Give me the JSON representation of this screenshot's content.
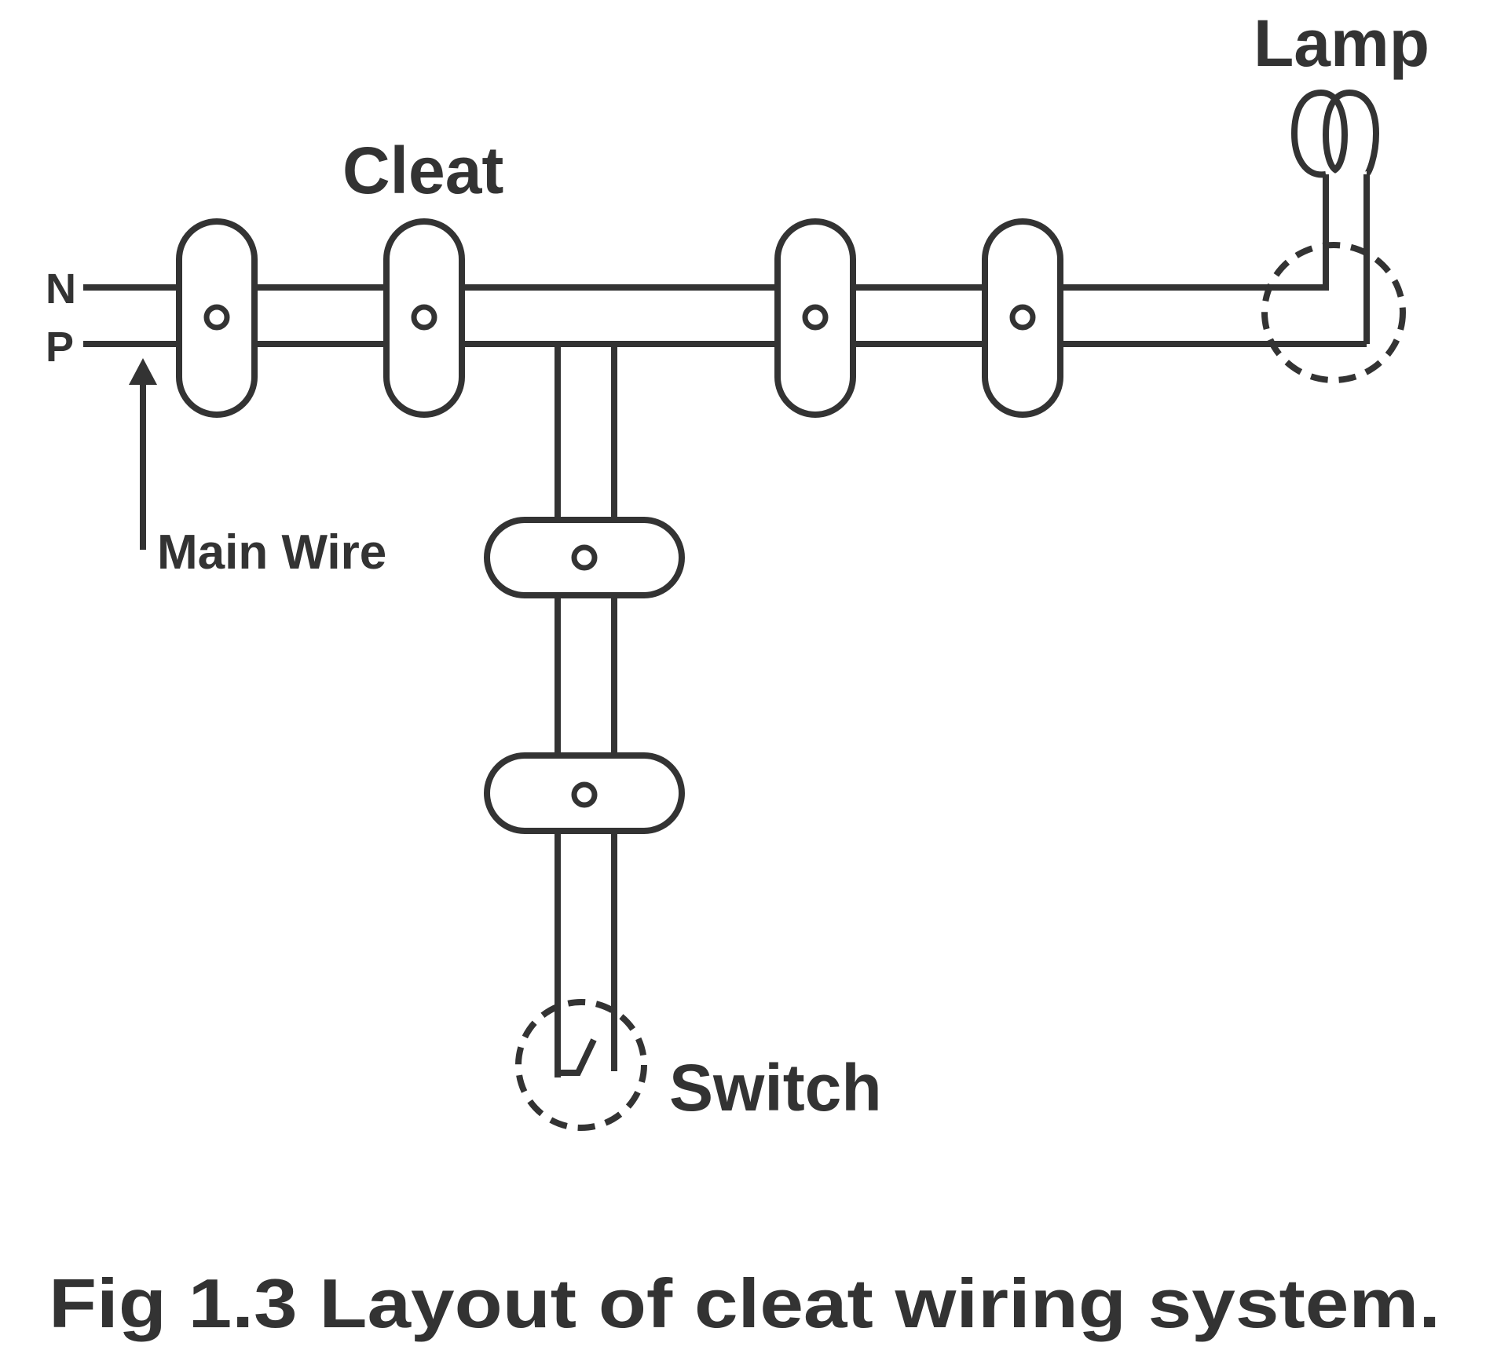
{
  "diagram": {
    "labels": {
      "neutral": "N",
      "phase": "P",
      "cleat": "Cleat",
      "lamp": "Lamp",
      "main_wire": "Main Wire",
      "switch": "Switch"
    },
    "caption": "Fig 1.3 Layout of cleat wiring system.",
    "components": {
      "horizontal_cleats": 4,
      "vertical_run_cleats": 2,
      "lamp": "filament lamp with looped filament",
      "switch": "single-pole switch"
    },
    "colors": {
      "ink": "#333333",
      "background": "#ffffff"
    }
  }
}
